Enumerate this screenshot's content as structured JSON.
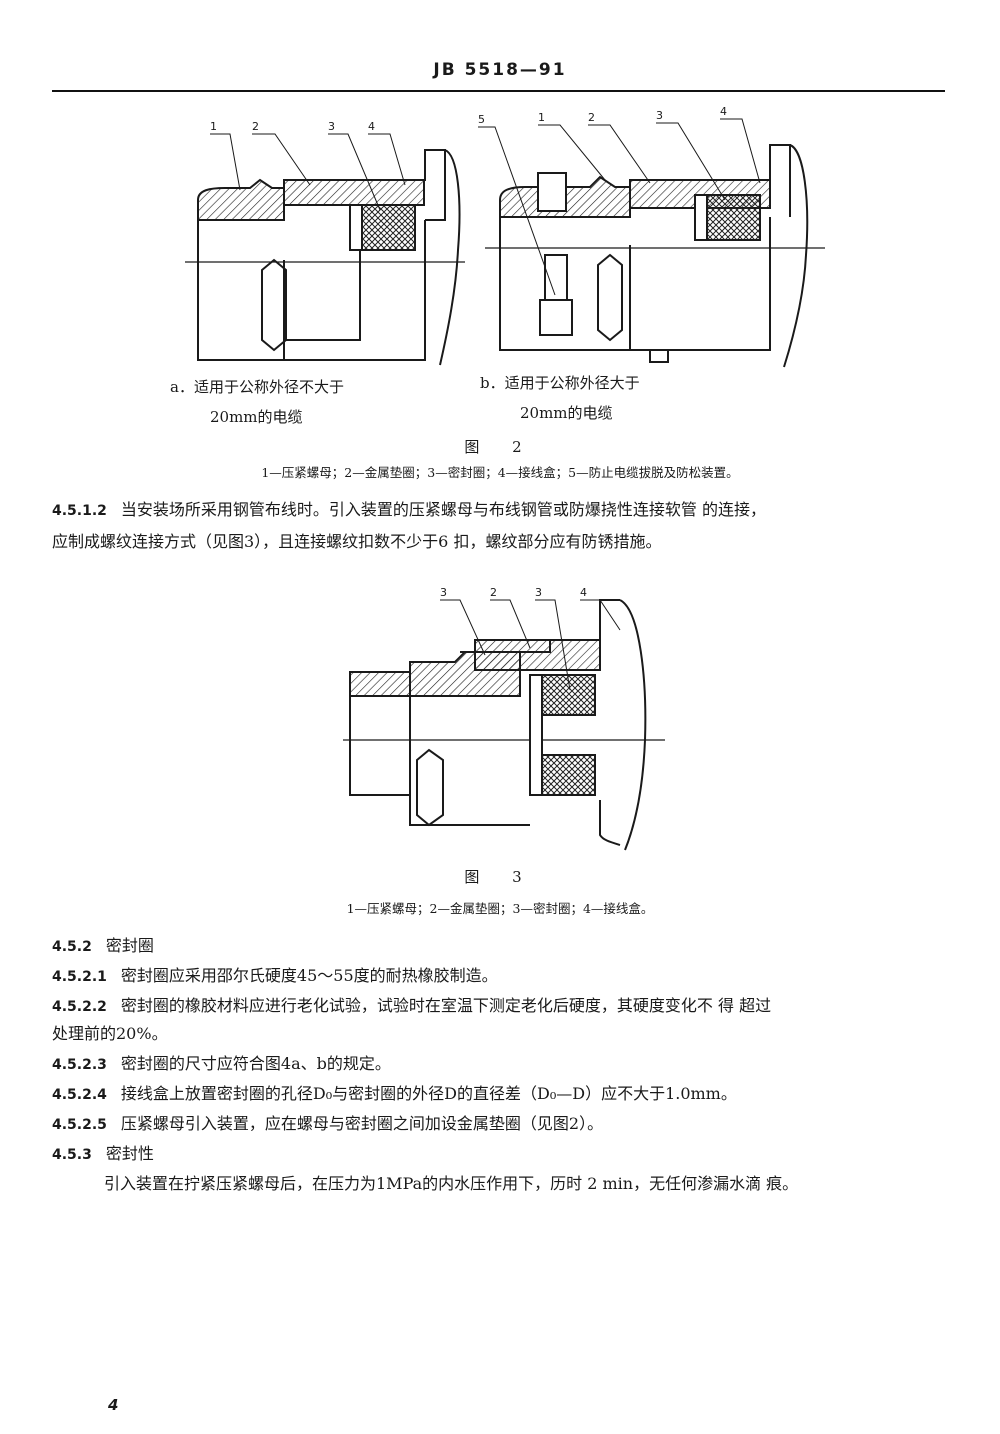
{
  "header": {
    "standard_code": "JB 5518—91"
  },
  "figure2": {
    "sub_a_line1": "a．适用于公称外径不大于",
    "sub_a_line2": "20mm的电缆",
    "sub_b_line1": "b．适用于公称外径大于",
    "sub_b_line2": "20mm的电缆",
    "title": "图 2",
    "legend": "1—压紧螺母；2—金属垫圈；3—密封圈；4—接线盒；5—防止电缆拔脱及防松装置。",
    "a_labels": [
      "1",
      "2",
      "3",
      "4"
    ],
    "b_labels": [
      "5",
      "1",
      "2",
      "3",
      "4"
    ]
  },
  "section_4512": {
    "number": "4.5.1.2",
    "text": "当安装场所采用钢管布线时。引入装置的压紧螺母与布线钢管或防爆挠性连接软管 的连接，",
    "text_cont": "应制成螺纹连接方式（见图3），且连接螺纹扣数不少于6 扣，螺纹部分应有防锈措施。"
  },
  "figure3": {
    "title": "图 3",
    "legend": "1—压紧螺母；2—金属垫圈；3—密封圈；4—接线盒。",
    "labels": [
      "3",
      "2",
      "3",
      "4"
    ]
  },
  "section_452": {
    "number": "4.5.2",
    "title": "密封圈"
  },
  "section_4521": {
    "number": "4.5.2.1",
    "text": "密封圈应采用邵尔氏硬度45～55度的耐热橡胶制造。"
  },
  "section_4522": {
    "number": "4.5.2.2",
    "text": "密封圈的橡胶材料应进行老化试验，试验时在室温下测定老化后硬度，其硬度变化不 得 超过",
    "text_cont": "处理前的20%。"
  },
  "section_4523": {
    "number": "4.5.2.3",
    "text": "密封圈的尺寸应符合图4a、b的规定。"
  },
  "section_4524": {
    "number": "4.5.2.4",
    "text": "接线盒上放置密封圈的孔径D₀与密封圈的外径D的直径差（D₀—D）应不大于1.0mm。"
  },
  "section_4525": {
    "number": "4.5.2.5",
    "text": "压紧螺母引入装置，应在螺母与密封圈之间加设金属垫圈（见图2）。"
  },
  "section_453": {
    "number": "4.5.3",
    "title": "密封性",
    "text": "引入装置在拧紧压紧螺母后，在压力为1MPa的内水压作用下，历时 2 min，无任何渗漏水滴 痕。"
  },
  "page_number": "4",
  "colors": {
    "ink": "#1a1a1a",
    "paper": "#ffffff"
  }
}
